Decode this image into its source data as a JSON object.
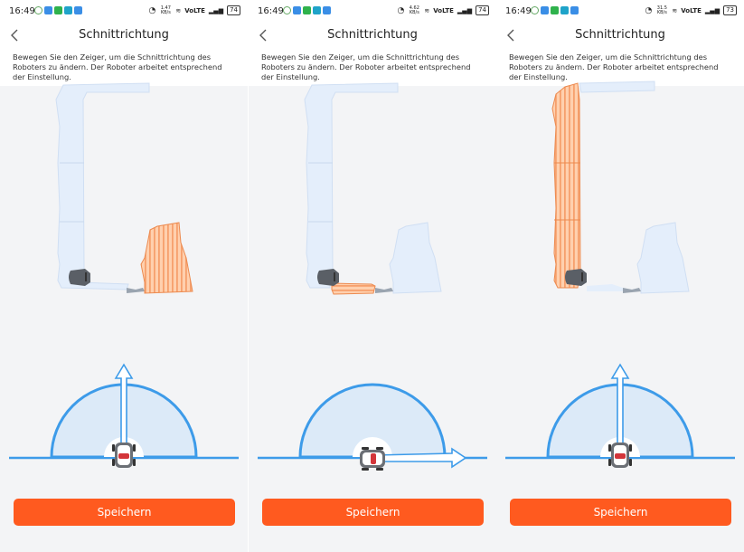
{
  "status_bar": {
    "time": "16:49",
    "network": "VoLTE",
    "speeds": [
      "1.47\nKB/s",
      "4.62\nKB/s",
      "31.5\nKB/s"
    ],
    "battery": [
      "74",
      "74",
      "73"
    ]
  },
  "header": {
    "title": "Schnittrichtung"
  },
  "description": "Bewegen Sie den Zeiger, um die Schnittrichtung des Roboters zu ändern. Der Roboter arbeitet entsprechend der Einstellung.",
  "save_label": "Speichern",
  "colors": {
    "accent": "#ff5a1f",
    "dial_blue": "#3d9be9",
    "dial_fill": "#dceaf8",
    "zone_selected": "#ffcfae",
    "zone_stripe": "#f8a877",
    "zone_unselected": "#e4eefb",
    "background": "#f3f4f6"
  },
  "screens": [
    {
      "direction_deg": 90,
      "selected_zone": "right"
    },
    {
      "direction_deg": 0,
      "selected_zone": "bottom"
    },
    {
      "direction_deg": 90,
      "selected_zone": "left"
    }
  ]
}
